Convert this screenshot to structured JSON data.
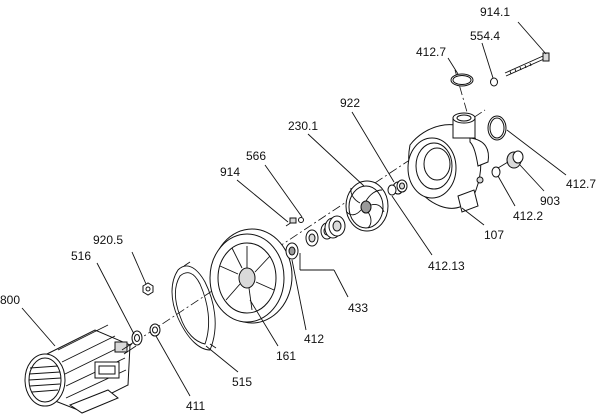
{
  "labels": {
    "l_914_1": "914.1",
    "l_554_4": "554.4",
    "l_412_7_top": "412.7",
    "l_922": "922",
    "l_230_1": "230.1",
    "l_566": "566",
    "l_914": "914",
    "l_920_5": "920.5",
    "l_516": "516",
    "l_800": "800",
    "l_412_7_right": "412.7",
    "l_903": "903",
    "l_412_2": "412.2",
    "l_107": "107",
    "l_412_13": "412.13",
    "l_433": "433",
    "l_412": "412",
    "l_161": "161",
    "l_515": "515",
    "l_411": "411"
  }
}
